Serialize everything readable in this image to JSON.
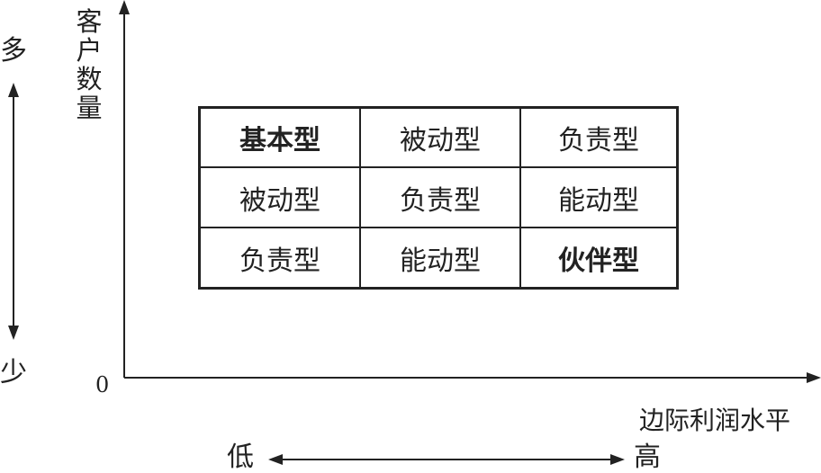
{
  "y_axis": {
    "label": [
      "客",
      "户",
      "数",
      "量"
    ],
    "high": "多",
    "low": "少"
  },
  "x_axis": {
    "label": "边际利润水平",
    "low": "低",
    "high": "高",
    "origin": "0"
  },
  "matrix": [
    [
      "基本型",
      "被动型",
      "负责型"
    ],
    [
      "被动型",
      "负责型",
      "能动型"
    ],
    [
      "负责型",
      "能动型",
      "伙伴型"
    ]
  ],
  "emphasized": [
    "基本型",
    "伙伴型"
  ]
}
